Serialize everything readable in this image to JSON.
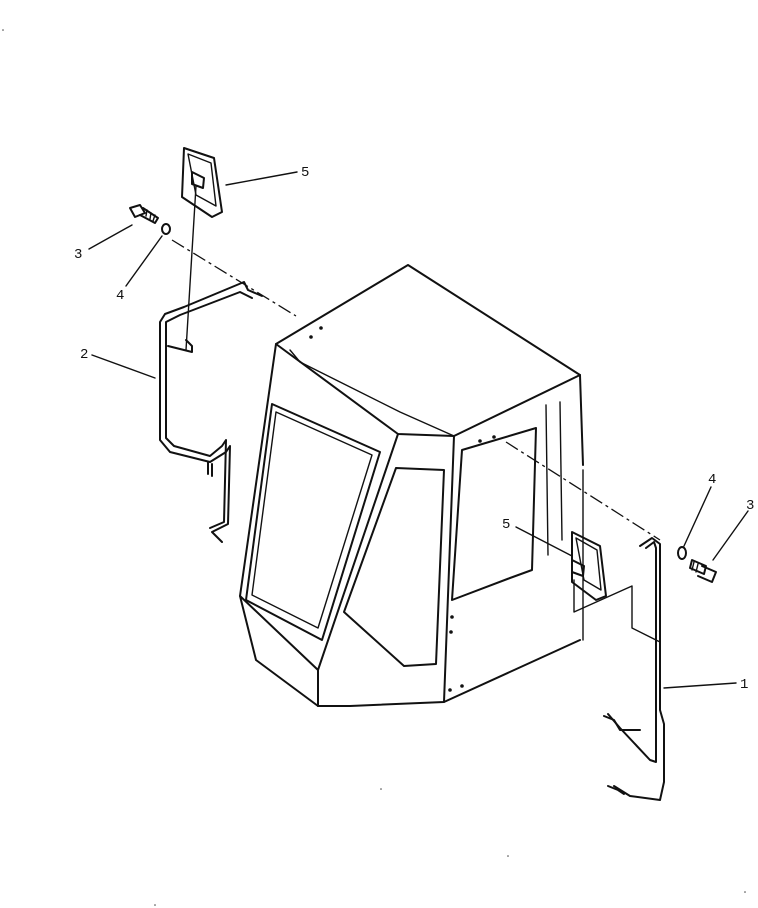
{
  "callouts": [
    {
      "id": "mirror-top-left",
      "text": "5"
    },
    {
      "id": "bolt-left",
      "text": "3"
    },
    {
      "id": "washer-left",
      "text": "4"
    },
    {
      "id": "bracket-left",
      "text": "2"
    },
    {
      "id": "mirror-right",
      "text": "5"
    },
    {
      "id": "washer-right",
      "text": "4"
    },
    {
      "id": "bolt-right",
      "text": "3"
    },
    {
      "id": "bracket-right",
      "text": "1"
    }
  ],
  "colors": {
    "line": "#111111",
    "background": "#ffffff"
  }
}
